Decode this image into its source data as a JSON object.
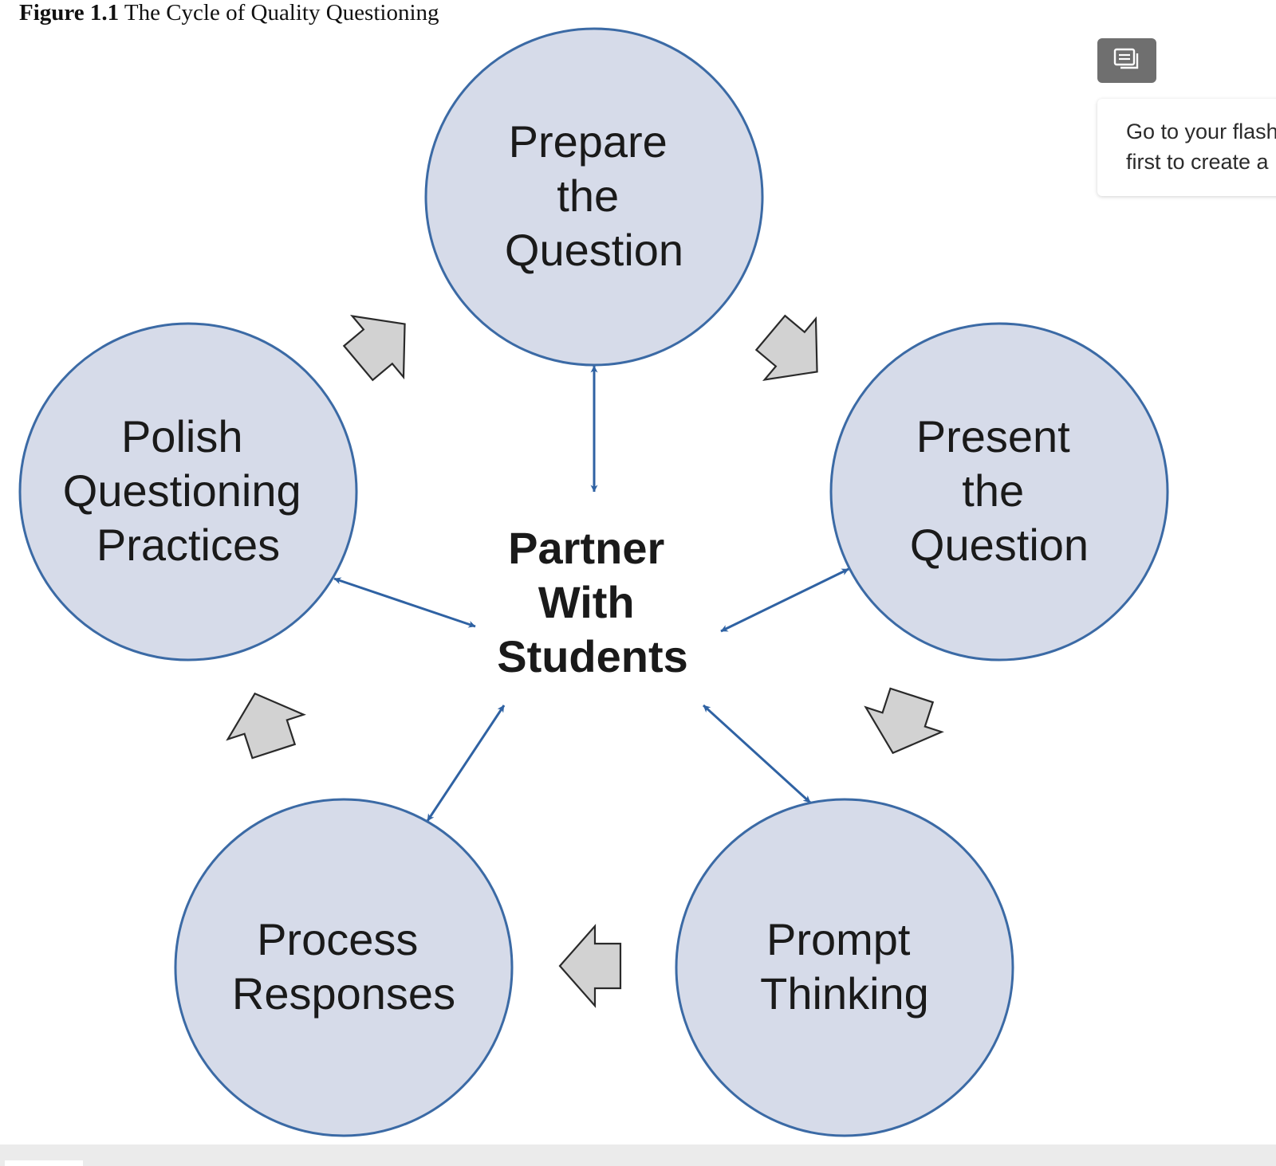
{
  "figure": {
    "number": "Figure 1.1",
    "title": "The Cycle of Quality Questioning"
  },
  "diagram": {
    "center": {
      "lines": [
        "Partner",
        "With",
        "Students"
      ]
    },
    "nodes": [
      {
        "id": "prepare",
        "lines": [
          "Prepare",
          "the",
          "Question"
        ]
      },
      {
        "id": "present",
        "lines": [
          "Present",
          "the",
          "Question"
        ]
      },
      {
        "id": "prompt",
        "lines": [
          "Prompt",
          "Thinking"
        ]
      },
      {
        "id": "process",
        "lines": [
          "Process",
          "Responses"
        ]
      },
      {
        "id": "polish",
        "lines": [
          "Polish",
          "Questioning",
          "Practices"
        ]
      }
    ],
    "edges": [
      {
        "from": "prepare",
        "to": "present"
      },
      {
        "from": "present",
        "to": "prompt"
      },
      {
        "from": "prompt",
        "to": "process"
      },
      {
        "from": "process",
        "to": "polish"
      },
      {
        "from": "polish",
        "to": "prepare"
      }
    ],
    "links": [
      {
        "from": "center",
        "to": "prepare"
      },
      {
        "from": "center",
        "to": "present"
      },
      {
        "from": "center",
        "to": "prompt"
      },
      {
        "from": "center",
        "to": "process"
      },
      {
        "from": "center",
        "to": "polish"
      }
    ],
    "colors": {
      "node_fill": "#d6dbe9",
      "node_stroke": "#3b6aa5",
      "link_arrow": "#2f62a3",
      "cycle_arrow_fill": "#d2d2d2",
      "cycle_arrow_stroke": "#2a2a2a"
    }
  },
  "flashcard": {
    "icon": "flashcard-icon",
    "tooltip_line1": "Go to your flash",
    "tooltip_line2": "first to create a"
  }
}
